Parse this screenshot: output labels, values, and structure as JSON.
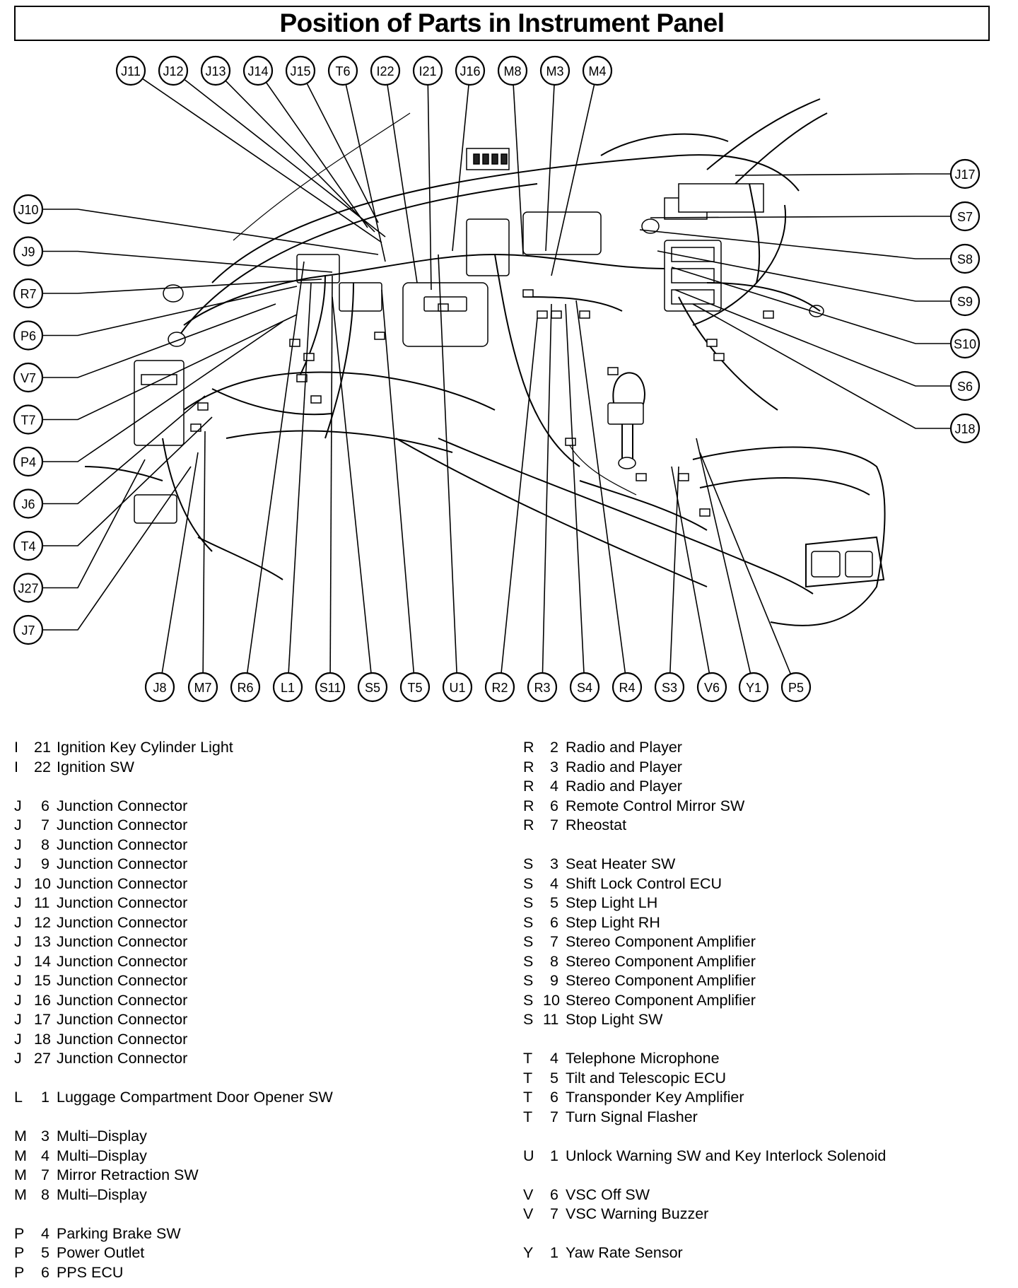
{
  "title": "Position of Parts in Instrument Panel",
  "callouts": {
    "top": [
      "J11",
      "J12",
      "J13",
      "J14",
      "J15",
      "T6",
      "I22",
      "I21",
      "J16",
      "M8",
      "M3",
      "M4"
    ],
    "left": [
      "J10",
      "J9",
      "R7",
      "P6",
      "V7",
      "T7",
      "P4",
      "J6",
      "T4",
      "J27",
      "J7"
    ],
    "right": [
      "J17",
      "S7",
      "S8",
      "S9",
      "S10",
      "S6",
      "J18"
    ],
    "bottom": [
      "J8",
      "M7",
      "R6",
      "L1",
      "S11",
      "S5",
      "T5",
      "U1",
      "R2",
      "R3",
      "S4",
      "R4",
      "S3",
      "V6",
      "Y1",
      "P5"
    ]
  },
  "legend_left": [
    {
      "letter": "I",
      "num": "21",
      "desc": "Ignition Key Cylinder Light",
      "gap": false
    },
    {
      "letter": "I",
      "num": "22",
      "desc": "Ignition SW",
      "gap": false
    },
    {
      "letter": "J",
      "num": "6",
      "desc": "Junction Connector",
      "gap": true
    },
    {
      "letter": "J",
      "num": "7",
      "desc": "Junction Connector",
      "gap": false
    },
    {
      "letter": "J",
      "num": "8",
      "desc": "Junction Connector",
      "gap": false
    },
    {
      "letter": "J",
      "num": "9",
      "desc": "Junction Connector",
      "gap": false
    },
    {
      "letter": "J",
      "num": "10",
      "desc": "Junction Connector",
      "gap": false
    },
    {
      "letter": "J",
      "num": "11",
      "desc": "Junction Connector",
      "gap": false
    },
    {
      "letter": "J",
      "num": "12",
      "desc": "Junction Connector",
      "gap": false
    },
    {
      "letter": "J",
      "num": "13",
      "desc": "Junction Connector",
      "gap": false
    },
    {
      "letter": "J",
      "num": "14",
      "desc": "Junction Connector",
      "gap": false
    },
    {
      "letter": "J",
      "num": "15",
      "desc": "Junction Connector",
      "gap": false
    },
    {
      "letter": "J",
      "num": "16",
      "desc": "Junction Connector",
      "gap": false
    },
    {
      "letter": "J",
      "num": "17",
      "desc": "Junction Connector",
      "gap": false
    },
    {
      "letter": "J",
      "num": "18",
      "desc": "Junction Connector",
      "gap": false
    },
    {
      "letter": "J",
      "num": "27",
      "desc": "Junction Connector",
      "gap": false
    },
    {
      "letter": "L",
      "num": "1",
      "desc": "Luggage Compartment Door Opener SW",
      "gap": true
    },
    {
      "letter": "M",
      "num": "3",
      "desc": "Multi–Display",
      "gap": true
    },
    {
      "letter": "M",
      "num": "4",
      "desc": "Multi–Display",
      "gap": false
    },
    {
      "letter": "M",
      "num": "7",
      "desc": "Mirror Retraction SW",
      "gap": false
    },
    {
      "letter": "M",
      "num": "8",
      "desc": "Multi–Display",
      "gap": false
    },
    {
      "letter": "P",
      "num": "4",
      "desc": "Parking Brake SW",
      "gap": true
    },
    {
      "letter": "P",
      "num": "5",
      "desc": "Power Outlet",
      "gap": false
    },
    {
      "letter": "P",
      "num": "6",
      "desc": "PPS ECU",
      "gap": false
    }
  ],
  "legend_right": [
    {
      "letter": "R",
      "num": "2",
      "desc": "Radio and Player",
      "gap": false
    },
    {
      "letter": "R",
      "num": "3",
      "desc": "Radio and Player",
      "gap": false
    },
    {
      "letter": "R",
      "num": "4",
      "desc": "Radio and Player",
      "gap": false
    },
    {
      "letter": "R",
      "num": "6",
      "desc": "Remote Control Mirror SW",
      "gap": false
    },
    {
      "letter": "R",
      "num": "7",
      "desc": "Rheostat",
      "gap": false
    },
    {
      "letter": "S",
      "num": "3",
      "desc": "Seat Heater SW",
      "gap": true
    },
    {
      "letter": "S",
      "num": "4",
      "desc": "Shift Lock Control ECU",
      "gap": false
    },
    {
      "letter": "S",
      "num": "5",
      "desc": "Step Light LH",
      "gap": false
    },
    {
      "letter": "S",
      "num": "6",
      "desc": "Step Light RH",
      "gap": false
    },
    {
      "letter": "S",
      "num": "7",
      "desc": "Stereo Component Amplifier",
      "gap": false
    },
    {
      "letter": "S",
      "num": "8",
      "desc": "Stereo Component Amplifier",
      "gap": false
    },
    {
      "letter": "S",
      "num": "9",
      "desc": "Stereo Component Amplifier",
      "gap": false
    },
    {
      "letter": "S",
      "num": "10",
      "desc": "Stereo Component Amplifier",
      "gap": false
    },
    {
      "letter": "S",
      "num": "11",
      "desc": "Stop Light SW",
      "gap": false
    },
    {
      "letter": "T",
      "num": "4",
      "desc": "Telephone Microphone",
      "gap": true
    },
    {
      "letter": "T",
      "num": "5",
      "desc": "Tilt and Telescopic ECU",
      "gap": false
    },
    {
      "letter": "T",
      "num": "6",
      "desc": "Transponder Key Amplifier",
      "gap": false
    },
    {
      "letter": "T",
      "num": "7",
      "desc": "Turn Signal Flasher",
      "gap": false
    },
    {
      "letter": "U",
      "num": "1",
      "desc": "Unlock Warning SW and Key Interlock Solenoid",
      "gap": true
    },
    {
      "letter": "V",
      "num": "6",
      "desc": "VSC Off SW",
      "gap": true
    },
    {
      "letter": "V",
      "num": "7",
      "desc": "VSC Warning Buzzer",
      "gap": false
    },
    {
      "letter": "Y",
      "num": "1",
      "desc": "Yaw Rate Sensor",
      "gap": true
    }
  ]
}
